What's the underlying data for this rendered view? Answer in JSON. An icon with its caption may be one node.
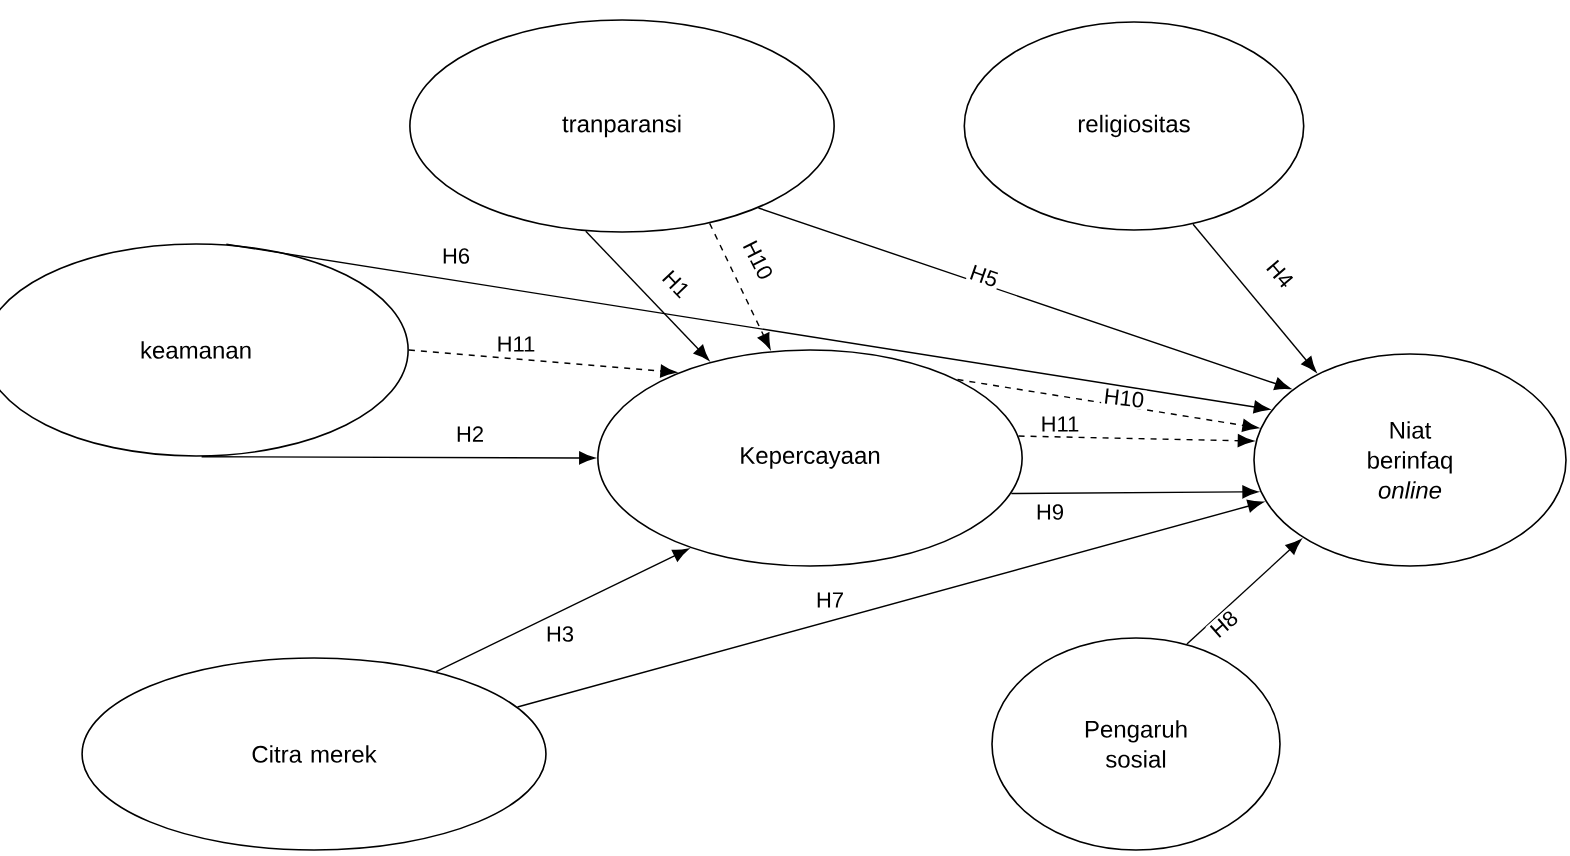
{
  "diagram": {
    "nodes": [
      {
        "text": [
          "tranparansi"
        ]
      },
      {
        "text": [
          "religiositas"
        ]
      },
      {
        "text": [
          "keamanan"
        ]
      },
      {
        "text": [
          "Kepercayaan"
        ]
      },
      {
        "text": [
          "Niat berinfaq *online*"
        ]
      },
      {
        "text": [
          "Citra merek"
        ]
      },
      {
        "text": [
          "Pengaruh sosial"
        ]
      }
    ],
    "edges": [
      {
        "from": 0,
        "to": 3,
        "arrow": "to",
        "label": "H1"
      },
      {
        "from": 0,
        "to": 3,
        "arrow": "to",
        "label": "H10",
        "style": "dashed"
      },
      {
        "from": 0,
        "to": 4,
        "arrow": "to",
        "label": "H5"
      },
      {
        "from": 1,
        "to": 4,
        "arrow": "to",
        "label": "H4"
      },
      {
        "from": 2,
        "to": 4,
        "arrow": "to",
        "label": "H6"
      },
      {
        "from": 2,
        "to": 3,
        "arrow": "to",
        "label": "H11",
        "style": "dashed"
      },
      {
        "from": 2,
        "to": 3,
        "arrow": "to",
        "label": "H2"
      },
      {
        "from": 3,
        "to": 4,
        "arrow": "to",
        "label": "H10",
        "style": "dashed"
      },
      {
        "from": 3,
        "to": 4,
        "arrow": "to",
        "label": "H11",
        "style": "dashed"
      },
      {
        "from": 3,
        "to": 4,
        "arrow": "to",
        "label": "H9"
      },
      {
        "from": 5,
        "to": 3,
        "arrow": "to",
        "label": "H3"
      },
      {
        "from": 5,
        "to": 4,
        "arrow": "to",
        "label": "H7"
      },
      {
        "from": 6,
        "to": 4,
        "arrow": "to",
        "label": "H8"
      }
    ]
  }
}
